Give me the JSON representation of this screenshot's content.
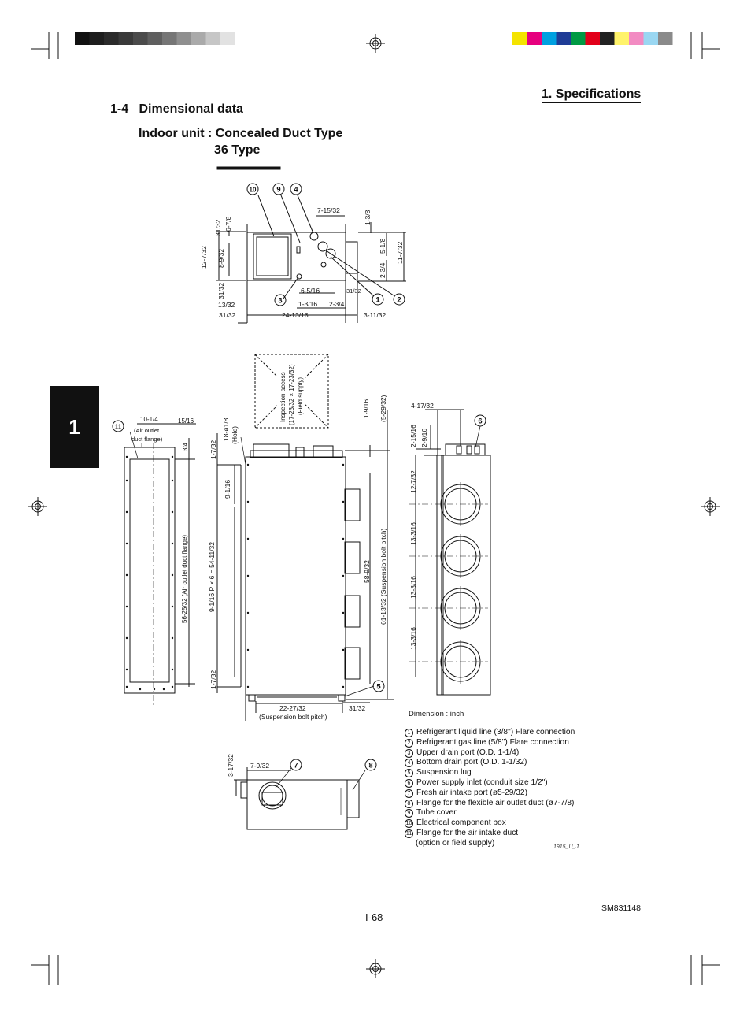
{
  "header": {
    "section_right": "1. Specifications",
    "section_title": "1-4   Dimensional data",
    "subtitle_line1": "Indoor unit : Concealed Duct Type",
    "subtitle_line2": "36 Type"
  },
  "chapter_tab": "1",
  "colors": {
    "ink": "#111111",
    "tab": "#111111"
  },
  "color_bar_left": [
    "#111111",
    "#1e1e1e",
    "#2b2b2b",
    "#3a3a3a",
    "#4b4b4b",
    "#5f5f5f",
    "#767676",
    "#8f8f8f",
    "#aaaaaa",
    "#c6c6c6",
    "#e2e2e2"
  ],
  "color_bar_right": [
    "#f4e300",
    "#e6007e",
    "#00a0e0",
    "#1f3c96",
    "#009a44",
    "#e2001a",
    "#222222",
    "#fff36b",
    "#f28bc2",
    "#9ad7f2",
    "#8a8a8a"
  ],
  "callouts": [
    "1",
    "2",
    "3",
    "4",
    "5",
    "6",
    "7",
    "8",
    "9",
    "10",
    "11"
  ],
  "top_view": {
    "dims": [
      "7-15/32",
      "1-3/8",
      "31/32",
      "6-7/8",
      "12-7/32",
      "8-9/32",
      "31/32",
      "5-1/8",
      "11-7/32",
      "2-3/4",
      "6-5/16",
      "31/32",
      "1-3/16",
      "2-3/4",
      "13/32",
      "31/32",
      "24-13/16",
      "3-11/32"
    ]
  },
  "inspection_access": [
    "Inspection access",
    "(17-23/32 × 17-23/32)",
    "(Field supply)"
  ],
  "flange_view": {
    "dims": [
      "10-1/4",
      "15/16",
      "3/4"
    ],
    "labels": [
      "(Air outlet",
      "duct flange)",
      "56-25/32 (Air outlet duct flange)"
    ]
  },
  "front_view": {
    "dims": [
      "1-7/32",
      "18-ø1/8",
      "(Hole)",
      "9-1/16",
      "9-1/16 P × 6 = 54-11/32",
      "1-7/32",
      "1-9/16",
      "(5-29/32)",
      "58-9/32",
      "61-13/32 (Suspension bolt pitch)",
      "22-27/32",
      "(Suspension bolt pitch)",
      "31/32"
    ]
  },
  "side_view": {
    "dims": [
      "4-17/32",
      "2-15/16",
      "2-9/16",
      "12-7/32",
      "13-3/16",
      "13-3/16",
      "13-3/16"
    ]
  },
  "bottom_view": {
    "dims": [
      "3-17/32",
      "7-9/32"
    ]
  },
  "dimension_note": "Dimension : inch",
  "legend": [
    {
      "num": "1",
      "text": "Refrigerant liquid line (3/8\") Flare connection"
    },
    {
      "num": "2",
      "text": "Refrigerant gas line (5/8\") Flare connection"
    },
    {
      "num": "3",
      "text": "Upper drain port (O.D. 1-1/4)"
    },
    {
      "num": "4",
      "text": "Bottom drain port (O.D. 1-1/32)"
    },
    {
      "num": "5",
      "text": "Suspension lug"
    },
    {
      "num": "6",
      "text": "Power supply inlet (conduit size 1/2\")"
    },
    {
      "num": "7",
      "text": "Fresh air intake port (ø5-29/32)"
    },
    {
      "num": "8",
      "text": "Flange for the flexible air outlet duct (ø7-7/8)"
    },
    {
      "num": "9",
      "text": "Tube cover"
    },
    {
      "num": "10",
      "text": "Electrical component box"
    },
    {
      "num": "11",
      "text": "Flange for the air intake duct"
    }
  ],
  "legend_continuation": "(option or field supply)",
  "figure_id": "1915_U_J",
  "page_number": "I-68",
  "doc_code": "SM831148"
}
